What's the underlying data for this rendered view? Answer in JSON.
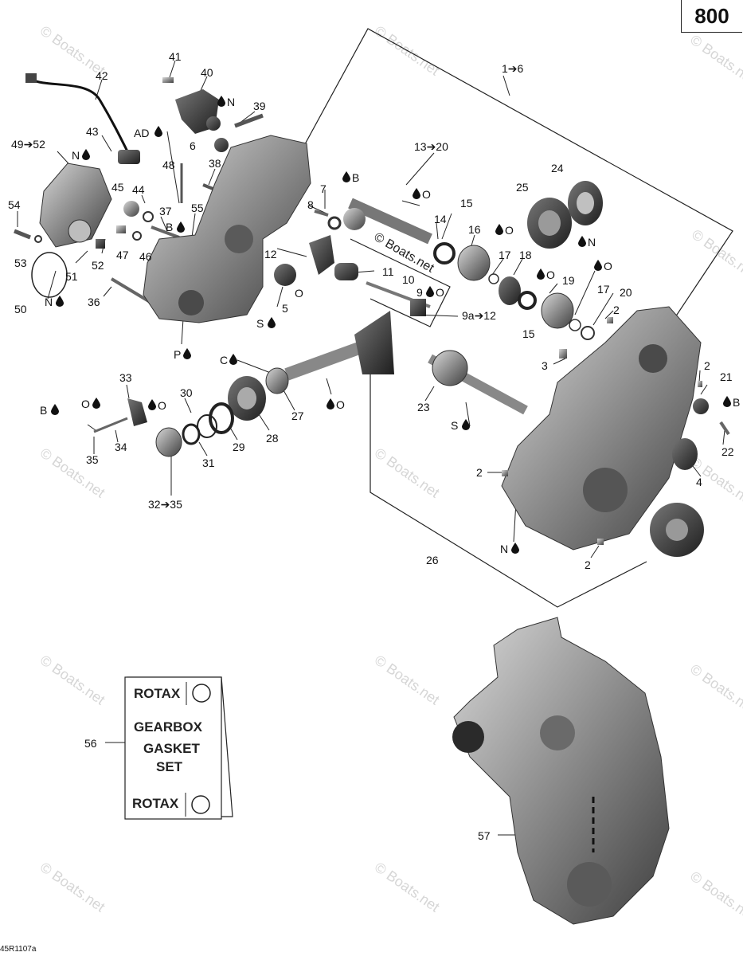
{
  "page_number": "800",
  "figure_code": "45R1107a",
  "watermark": "© Boats.net",
  "callouts": {
    "c41": "41",
    "c42": "42",
    "c40": "40",
    "cN_top": "N",
    "c39": "39",
    "c43": "43",
    "cAD": "AD",
    "c6": "6",
    "c49_52": "49➔52",
    "cN_43": "N",
    "c48": "48",
    "c38": "38",
    "c45": "45",
    "c44": "44",
    "c54": "54",
    "c37": "37",
    "c55": "55",
    "cB_55": "B",
    "c47": "47",
    "c46": "46",
    "c53": "53",
    "c51": "51",
    "c52": "52",
    "c50": "50",
    "cN_50": "N",
    "c36": "36",
    "cP": "P",
    "c1_6": "1➔6",
    "c13_20": "13➔20",
    "cB_top": "B",
    "c7": "7",
    "cO_13": "O",
    "c25": "25",
    "c24": "24",
    "c15a": "15",
    "c14": "14",
    "c16": "16",
    "cO_16": "O",
    "cN_24": "N",
    "c8": "8",
    "c12": "12",
    "c17a": "17",
    "c18": "18",
    "cO_18": "O",
    "cO_19": "O",
    "c11": "11",
    "c10": "10",
    "c19": "19",
    "c9": "9",
    "cO_9": "O",
    "c5": "5",
    "cS_5": "S",
    "c9a_12": "9a➔12",
    "c17b": "17",
    "c20": "20",
    "c15b": "15",
    "c2a": "2",
    "cC": "C",
    "c3": "3",
    "c2b": "2",
    "c33": "33",
    "c30": "30",
    "cB_35": "B",
    "cO_33a": "O",
    "cO_33b": "O",
    "c27": "27",
    "cO_main": "O",
    "c23": "23",
    "c21": "21",
    "cB_21": "B",
    "c34": "34",
    "c29": "29",
    "c28": "28",
    "cS_23": "S",
    "c35": "35",
    "c31": "31",
    "c22": "22",
    "c2c": "2",
    "c4": "4",
    "c32_35": "32➔35",
    "cN_26": "N",
    "c26": "26",
    "c2d": "2",
    "c56": "56",
    "c57": "57"
  },
  "gasket_box": {
    "brand_top": "ROTAX",
    "title1": "GEARBOX",
    "title2": "GASKET",
    "title3": "SET",
    "brand_bottom": "ROTAX"
  }
}
